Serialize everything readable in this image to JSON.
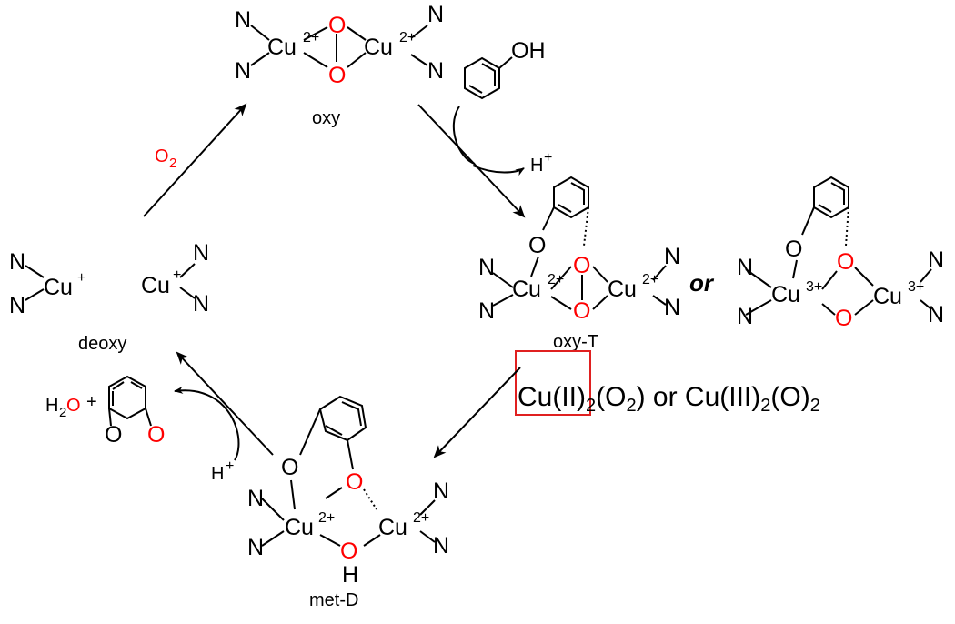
{
  "colors": {
    "oxygen": "#ff0000",
    "ink": "#000000",
    "highlight_box": "#e02020"
  },
  "atoms": {
    "N": "N",
    "O": "O",
    "OH": "OH",
    "Cu": "Cu",
    "H": "H"
  },
  "charges": {
    "cu_2plus": "2+",
    "cu_3plus": "3+",
    "cu_plus": "+",
    "h_plus": "+"
  },
  "species": {
    "oxy": "oxy",
    "oxy_t": "oxy-T",
    "deoxy": "deoxy",
    "met_d": "met-D"
  },
  "reagents": {
    "o2_main": "O",
    "o2_sub": "2",
    "h_proton": "H"
  },
  "connector_word": "or",
  "products": {
    "water_h": "H",
    "water_sub": "2",
    "water_o": "O",
    "plus": "+"
  },
  "formula": {
    "p1": "Cu(II)",
    "p1_sub": "2",
    "p2": "(O",
    "p2_sub": "2",
    "p3": ") or Cu(III)",
    "p3_sub": "2",
    "p4": "(O)",
    "p4_sub": "2"
  }
}
